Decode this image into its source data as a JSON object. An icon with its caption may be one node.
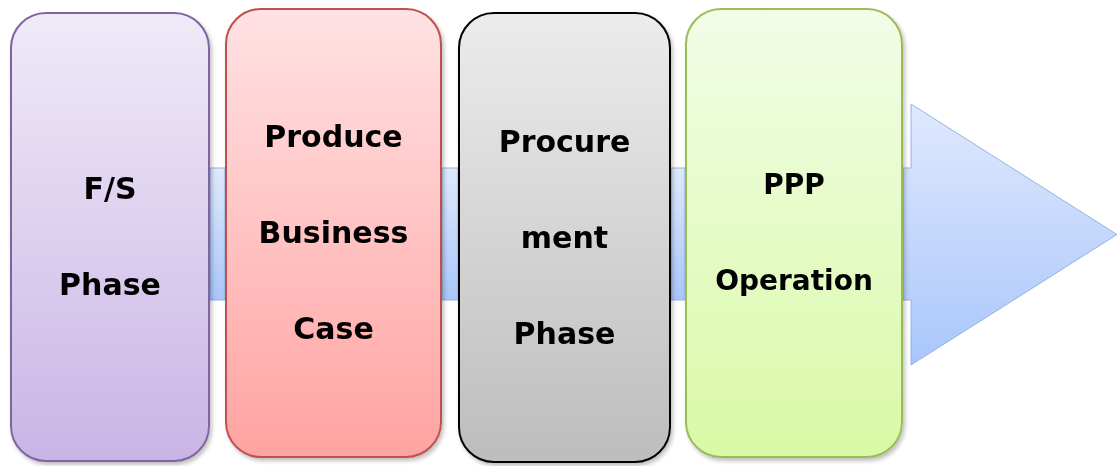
{
  "diagram": {
    "nodes": [
      {
        "text": [
          "F/S Phase"
        ]
      },
      {
        "text": [
          "Produce Business Case"
        ]
      },
      {
        "text": [
          "Procure ment Phase"
        ]
      },
      {
        "text": [
          "PPP Operation"
        ]
      }
    ],
    "edges": [
      {
        "from": 0,
        "to": 1,
        "arrow": "none",
        "style": "thick"
      },
      {
        "from": 1,
        "to": 2,
        "arrow": "none",
        "style": "thick"
      },
      {
        "from": 2,
        "to": 3,
        "arrow": "none",
        "style": "thick"
      },
      {
        "from": 3,
        "to": null,
        "arrow": "to",
        "style": "thick"
      }
    ]
  }
}
